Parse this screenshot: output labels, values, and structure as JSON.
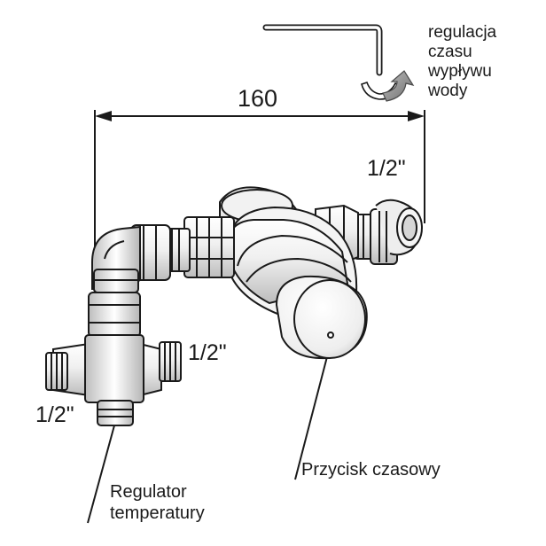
{
  "labels": {
    "dimension": "160",
    "thread_top_right": "1/2\"",
    "thread_right": "1/2\"",
    "thread_left": "1/2\"",
    "time_adjustment": "regulacja\nczasu\nwypływu\nwody",
    "timer_button": "Przycisk czasowy",
    "temperature_regulator": "Regulator\ntemperatury"
  },
  "colors": {
    "line": "#1a1a1a",
    "body_light": "#f4f4f4",
    "body_mid": "#dcdcdc",
    "body_dark": "#9a9a9a",
    "arrow_grey": "#8a8a8a"
  },
  "icons": {
    "hex_key": "hex-key-icon",
    "rotate_arrow": "rotate-arrow-icon"
  }
}
